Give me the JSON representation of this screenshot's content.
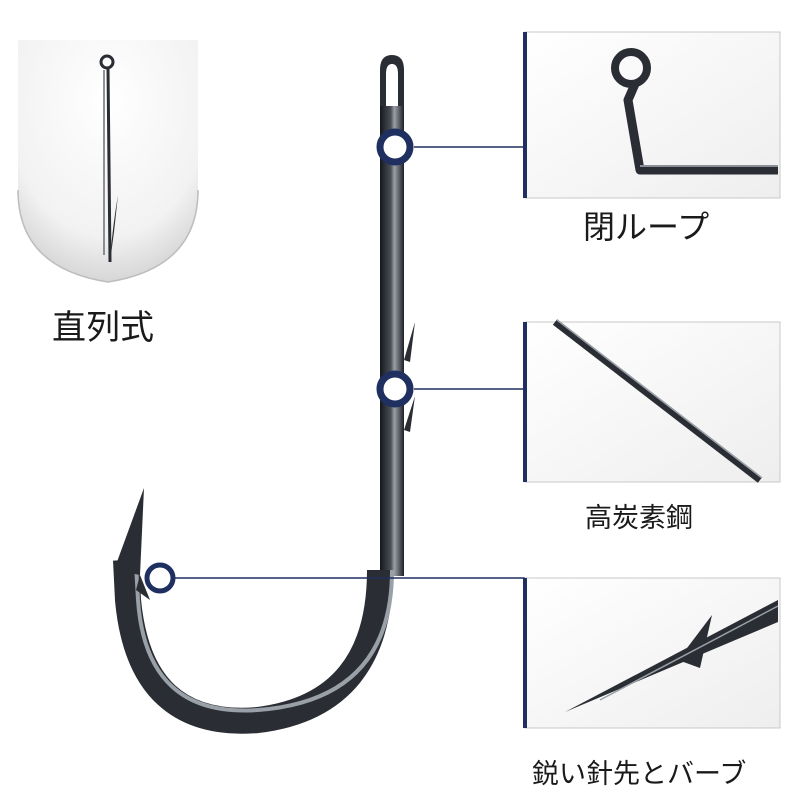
{
  "labels": {
    "straight_eye": "直列式",
    "closed_loop": "閉ループ",
    "high_carbon_steel": "高炭素鋼",
    "sharp_point_barb": "鋭い針先とバーブ"
  },
  "colors": {
    "accent_navy": "#1f2f5f",
    "hook_metal": "#2a2d33",
    "frame_gray": "#c8c8c8"
  }
}
